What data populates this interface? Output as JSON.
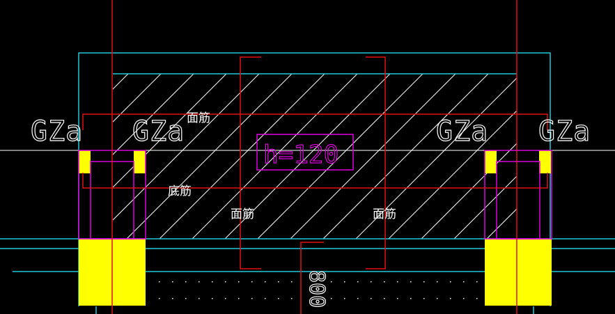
{
  "colors": {
    "background": "#000000",
    "red": "#e01010",
    "cyan": "#20c8d8",
    "magenta": "#e000e0",
    "yellow": "#ffff00",
    "white": "#ffffff"
  },
  "labels": {
    "gza_1": "GZa",
    "gza_2": "GZa",
    "gza_3": "GZa",
    "gza_4": "GZa",
    "top_rebar_1": "面筋",
    "bottom_rebar": "底筋",
    "top_rebar_2": "面筋",
    "top_rebar_3": "面筋",
    "slab_thickness": "h=120",
    "dimension": "800"
  }
}
